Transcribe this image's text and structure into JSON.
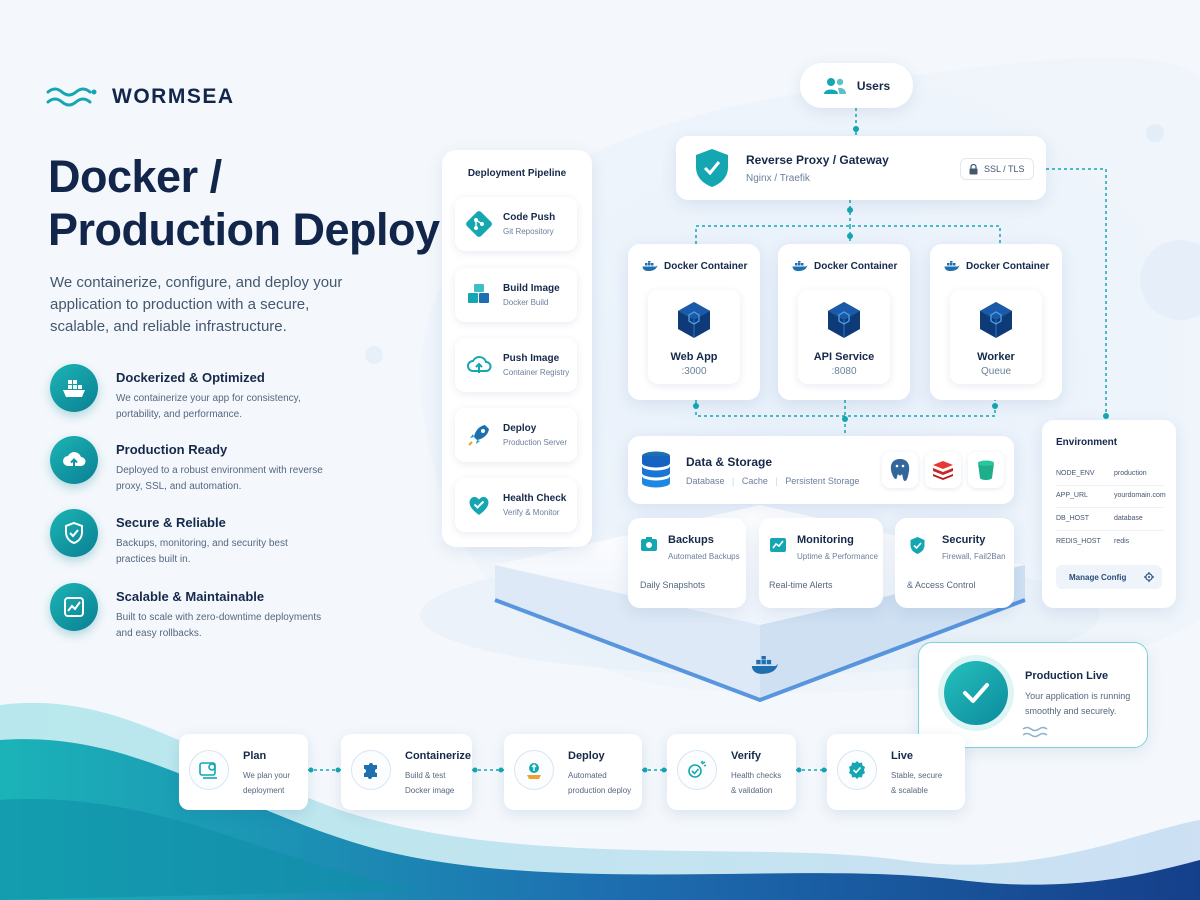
{
  "brand": {
    "name": "WORMSEA"
  },
  "hero": {
    "title_line1": "Docker /",
    "title_line2": "Production Deploy",
    "description": "We containerize, configure, and deploy your application to production with a secure, scalable, and reliable infrastructure."
  },
  "features": [
    {
      "title": "Dockerized & Optimized",
      "desc": "We containerize your app for consistency, portability, and performance.",
      "icon": "ship-icon"
    },
    {
      "title": "Production Ready",
      "desc": "Deployed to a robust environment with reverse proxy, SSL, and automation.",
      "icon": "cloud-upload-icon"
    },
    {
      "title": "Secure & Reliable",
      "desc": "Backups, monitoring, and security best practices built in.",
      "icon": "shield-icon"
    },
    {
      "title": "Scalable & Maintainable",
      "desc": "Built to scale with zero-downtime deployments and easy rollbacks.",
      "icon": "chart-icon"
    }
  ],
  "pipeline": {
    "title": "Deployment Pipeline",
    "steps": [
      {
        "title": "Code Push",
        "sub": "Git Repository"
      },
      {
        "title": "Build Image",
        "sub": "Docker Build"
      },
      {
        "title": "Push Image",
        "sub": "Container Registry"
      },
      {
        "title": "Deploy",
        "sub": "Production Server"
      },
      {
        "title": "Health Check",
        "sub": "Verify & Monitor"
      }
    ]
  },
  "users": {
    "label": "Users"
  },
  "proxy": {
    "title": "Reverse Proxy / Gateway",
    "sub": "Nginx / Traefik",
    "badge": "SSL / TLS"
  },
  "containers": [
    {
      "header": "Docker Container",
      "name": "Web App",
      "detail": ":3000"
    },
    {
      "header": "Docker Container",
      "name": "API Service",
      "detail": ":8080"
    },
    {
      "header": "Docker Container",
      "name": "Worker",
      "detail": "Queue"
    }
  ],
  "storage": {
    "title": "Data & Storage",
    "items": [
      "Database",
      "Cache",
      "Persistent Storage"
    ]
  },
  "ops": [
    {
      "title": "Backups",
      "sub": "Automated Backups",
      "line": "Daily Snapshots"
    },
    {
      "title": "Monitoring",
      "sub": "Uptime & Performance",
      "line": "Real-time Alerts"
    },
    {
      "title": "Security",
      "sub": "Firewall, Fail2Ban",
      "line": "& Access Control"
    }
  ],
  "environment": {
    "title": "Environment",
    "rows": [
      {
        "key": "NODE_ENV",
        "value": "production"
      },
      {
        "key": "APP_URL",
        "value": "yourdomain.com"
      },
      {
        "key": "DB_HOST",
        "value": "database"
      },
      {
        "key": "REDIS_HOST",
        "value": "redis"
      }
    ],
    "button": "Manage Config"
  },
  "live": {
    "title": "Production Live",
    "desc": "Your application is running smoothly and securely."
  },
  "steps": [
    {
      "title": "Plan",
      "line1": "We plan your",
      "line2": "deployment"
    },
    {
      "title": "Containerize",
      "line1": "Build & test",
      "line2": "Docker image"
    },
    {
      "title": "Deploy",
      "line1": "Automated",
      "line2": "production deploy"
    },
    {
      "title": "Verify",
      "line1": "Health checks",
      "line2": "& validation"
    },
    {
      "title": "Live",
      "line1": "Stable, secure",
      "line2": "& scalable"
    }
  ],
  "colors": {
    "primary": "#12254a",
    "accent": "#14a7b2",
    "bg": "#f4f8fc"
  }
}
